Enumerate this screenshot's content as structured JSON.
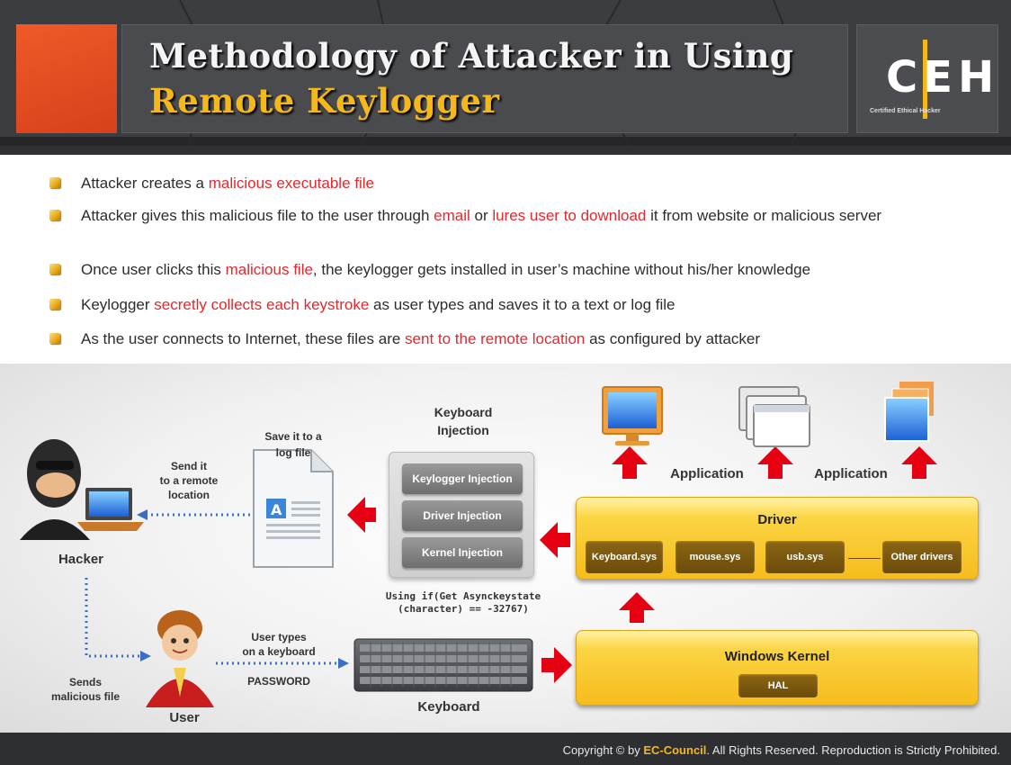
{
  "title": {
    "line1": "Methodology of Attacker in Using",
    "line2": "Remote Keylogger"
  },
  "logo": {
    "letters": "CEH",
    "subtitle": "Certified   Ethical   Hacker"
  },
  "bullets": [
    [
      {
        "t": "Attacker creates a "
      },
      {
        "t": "malicious executable file",
        "hl": true
      }
    ],
    [
      {
        "t": "Attacker gives this malicious file to the user through "
      },
      {
        "t": "email",
        "hl": true
      },
      {
        "t": " or "
      },
      {
        "t": "lures user to download",
        "hl": true
      },
      {
        "t": " it from website or malicious server"
      }
    ],
    [
      {
        "t": "Once user clicks this "
      },
      {
        "t": "malicious file",
        "hl": true
      },
      {
        "t": ", the keylogger gets installed in user’s machine without his/her knowledge"
      }
    ],
    [
      {
        "t": "Keylogger "
      },
      {
        "t": "secretly collects each keystroke",
        "hl": true
      },
      {
        "t": " as user types and saves it to a text or log file"
      }
    ],
    [
      {
        "t": "As the user connects to Internet, these files are "
      },
      {
        "t": "sent to the remote location",
        "hl": true
      },
      {
        "t": " as configured by attacker"
      }
    ]
  ],
  "diagram": {
    "hacker_label": "Hacker",
    "user_label": "User",
    "send_remote": [
      "Send it",
      "to a remote",
      "location"
    ],
    "save_log": [
      "Save it to a",
      "log file"
    ],
    "sends_malicious": [
      "Sends",
      "malicious file"
    ],
    "user_types": [
      "User types",
      "on a keyboard"
    ],
    "password": "PASSWORD",
    "keyboard_label": "Keyboard",
    "keyboard_injection": [
      "Keyboard",
      "Injection"
    ],
    "injections": [
      "Keylogger Injection",
      "Driver Injection",
      "Kernel Injection"
    ],
    "code": [
      "Using if(Get Asynckeystate",
      "(character) == -32767)"
    ],
    "application_1": "Application",
    "application_2": "Application",
    "driver_title": "Driver",
    "drivers": [
      "Keyboard.sys",
      "mouse.sys",
      "usb.sys",
      "Other drivers"
    ],
    "kernel_title": "Windows Kernel",
    "hal": "HAL"
  },
  "footer": {
    "prefix": "Copyright © by ",
    "brand": "EC-Council",
    "suffix": ". All Rights Reserved. Reproduction is Strictly Prohibited."
  },
  "colors": {
    "accent_orange": "#f05a28",
    "title_gold": "#f5b81b",
    "highlight_red": "#e5282d",
    "arrow_red": "#e60012",
    "arrow_blue": "#3a6fc4",
    "driver_gold": "#f6bc1d"
  }
}
